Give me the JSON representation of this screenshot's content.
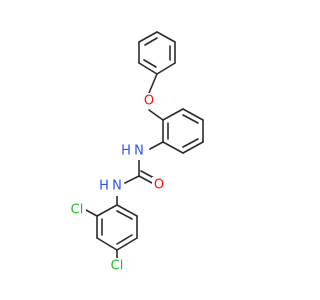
{
  "molecule": {
    "atoms": {
      "oxygen_ether": {
        "label": "O",
        "color": "#ff0d0d"
      },
      "nitrogen_top": {
        "label": "N",
        "color": "#3050f8"
      },
      "hydrogen_top": {
        "label": "H",
        "color": "#3050f8"
      },
      "oxygen_carbonyl": {
        "label": "O",
        "color": "#ff0d0d"
      },
      "nitrogen_bottom": {
        "label": "N",
        "color": "#3050f8"
      },
      "hydrogen_bottom": {
        "label": "H",
        "color": "#3050f8"
      },
      "chlorine_ortho": {
        "label": "Cl",
        "color": "#1fbf1f"
      },
      "chlorine_para": {
        "label": "Cl",
        "color": "#1fbf1f"
      }
    },
    "bond_color": "#2b2b2b"
  }
}
